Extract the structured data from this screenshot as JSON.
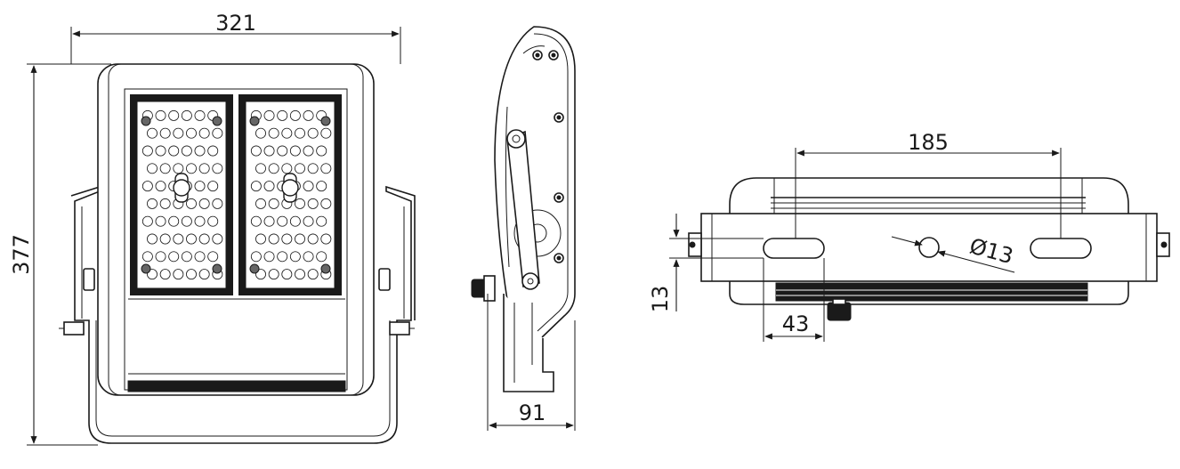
{
  "dimensions": {
    "front_width": "321",
    "front_height": "377",
    "side_depth": "91",
    "mount_hole_spacing": "185",
    "mount_hole_diameter": "Ø13",
    "slot_offset_vertical": "13",
    "slot_offset_horizontal": "43"
  },
  "led_panel": {
    "modules": 2,
    "rows": 10,
    "columns": 6
  },
  "colors": {
    "line": "#1a1a1a",
    "background": "#ffffff"
  }
}
